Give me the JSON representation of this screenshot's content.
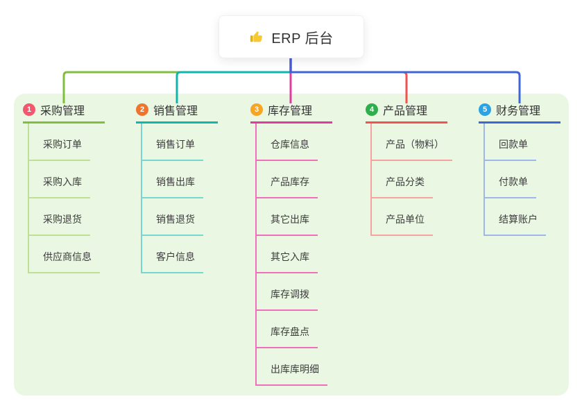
{
  "root": {
    "icon": "thumbs-up-icon",
    "label": "ERP 后台"
  },
  "branches": [
    {
      "badge": "1",
      "label": "采购管理",
      "badge_color": "#F3566D",
      "line_color": "#82BE3E",
      "child_line_color": "#BFDF97",
      "children": [
        "采购订单",
        "采购入库",
        "采购退货",
        "供应商信息"
      ]
    },
    {
      "badge": "2",
      "label": "销售管理",
      "badge_color": "#F0752C",
      "line_color": "#10B5AC",
      "child_line_color": "#79D6CF",
      "children": [
        "销售订单",
        "销售出库",
        "销售退货",
        "客户信息"
      ]
    },
    {
      "badge": "3",
      "label": "库存管理",
      "badge_color": "#F6A623",
      "line_color": "#DF3C9E",
      "child_line_color": "#F06FBA",
      "children": [
        "仓库信息",
        "产品库存",
        "其它出库",
        "其它入库",
        "库存调拨",
        "库存盘点",
        "出库库明细"
      ]
    },
    {
      "badge": "4",
      "label": "产品管理",
      "badge_color": "#2FAF4B",
      "line_color": "#F25252",
      "child_line_color": "#F8A29E",
      "children": [
        "产品（物料）",
        "产品分类",
        "产品单位"
      ]
    },
    {
      "badge": "5",
      "label": "财务管理",
      "badge_color": "#29A3E3",
      "line_color": "#3E66D6",
      "child_line_color": "#9DB7EA",
      "children": [
        "回款单",
        "付款单",
        "结算账户"
      ]
    }
  ],
  "colors": {
    "canvas_bg": "#ffffff",
    "panel_bg": "#EAF7E3",
    "root_connector": "#4C59D8",
    "title_text": "#333333",
    "child_text": "#3c3c3c",
    "badge_text": "#ffffff",
    "thumb_icon": "#F8C832"
  }
}
